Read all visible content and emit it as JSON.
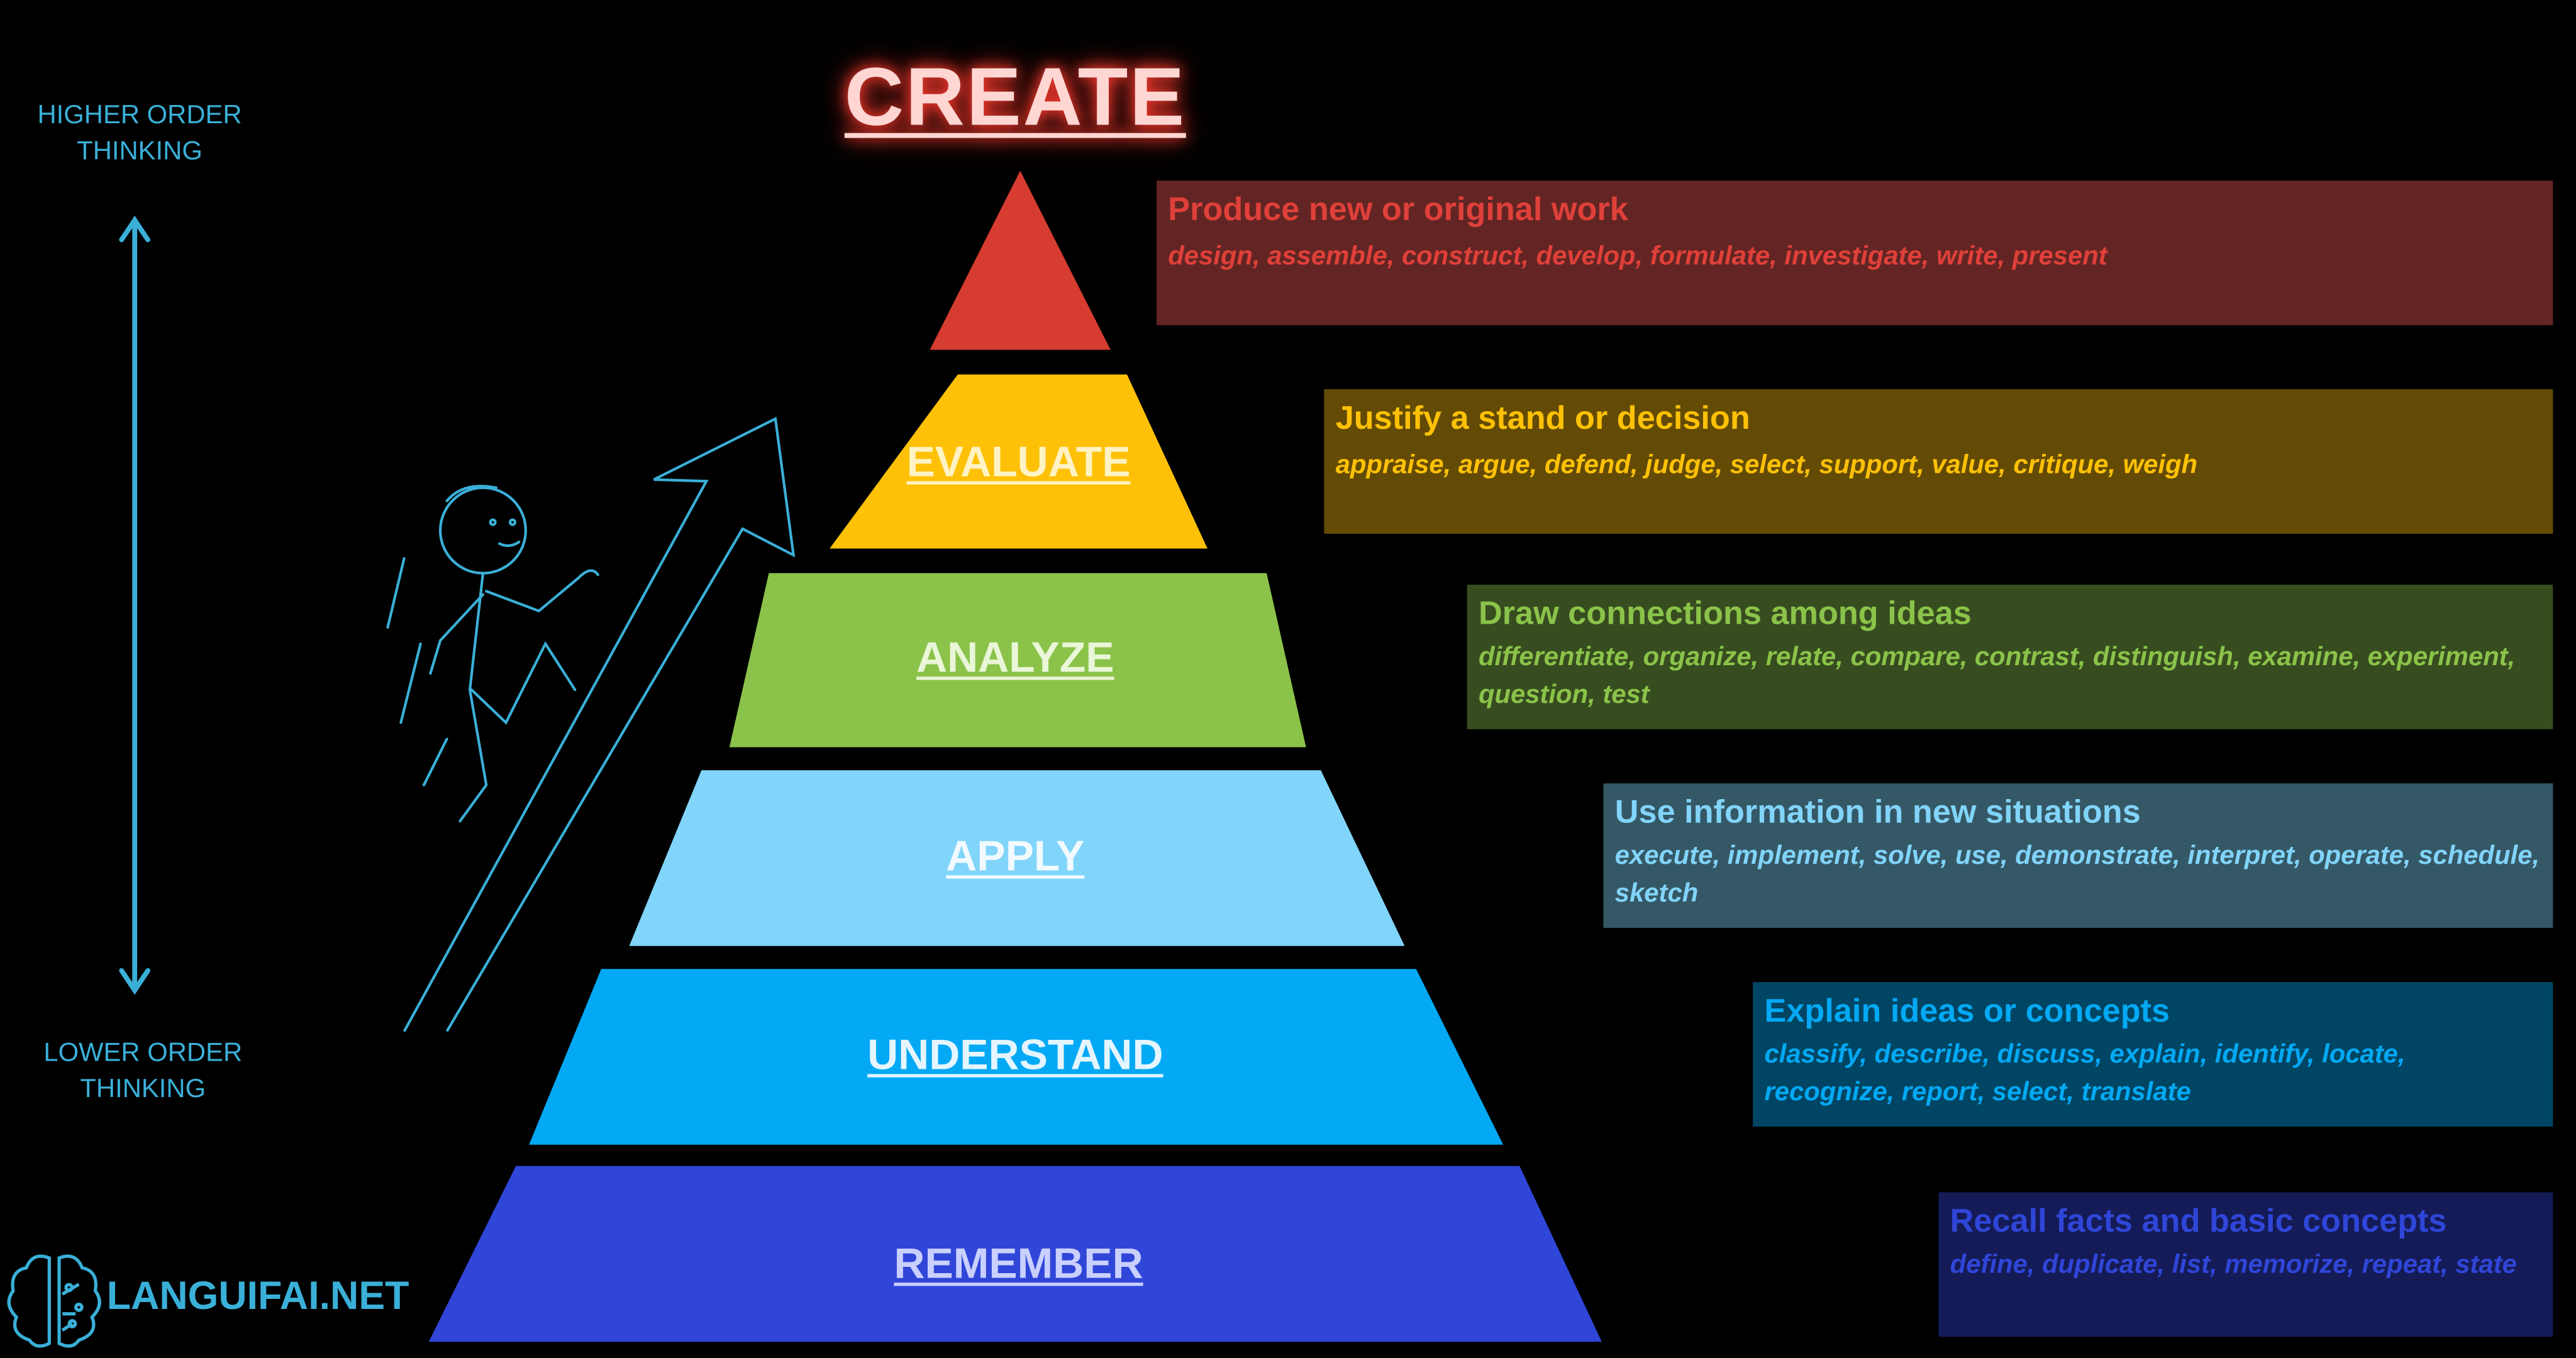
{
  "title": "CREATE",
  "side_labels": {
    "higher": [
      "HIGHER ORDER",
      "THINKING"
    ],
    "lower": [
      "LOWER ORDER",
      "THINKING"
    ]
  },
  "levels": [
    {
      "label": "EVALUATE",
      "color": "#ffc107"
    },
    {
      "label": "ANALYZE",
      "color": "#8bc34a"
    },
    {
      "label": "APPLY",
      "color": "#81d4fa"
    },
    {
      "label": "UNDERSTAND",
      "color": "#03a9f4"
    },
    {
      "label": "REMEMBER",
      "color": "#3046d8"
    }
  ],
  "boxes": [
    {
      "heading": "Produce new or original work",
      "words": "design, assemble, construct, develop, formulate, investigate, write, present",
      "bg": "#632523",
      "fg": "#e0403a"
    },
    {
      "heading": "Justify a stand or decision",
      "words": "appraise, argue, defend, judge, select, support, value, critique, weigh",
      "bg": "#644b05",
      "fg": "#ffc107"
    },
    {
      "heading": "Draw connections among ideas",
      "words": "differentiate, organize, relate, compare, contrast, distinguish, examine, experiment, question, test",
      "bg": "#374d1f",
      "fg": "#8bc34a"
    },
    {
      "heading": "Use information in new situations",
      "words": "execute, implement, solve, use, demonstrate, interpret, operate, schedule, sketch",
      "bg": "#355866",
      "fg": "#81d4fa"
    },
    {
      "heading": "Explain ideas or concepts",
      "words": "classify, describe, discuss, explain, identify, locate, recognize, report, select, translate",
      "bg": "#004563",
      "fg": "#03a9f4"
    },
    {
      "heading": "Recall facts and basic concepts",
      "words": "define, duplicate, list, memorize, repeat, state",
      "bg": "#141b57",
      "fg": "#3046d8"
    }
  ],
  "logo": {
    "text": "LANGUIFAI.NET",
    "color": "#3ab0d8"
  }
}
